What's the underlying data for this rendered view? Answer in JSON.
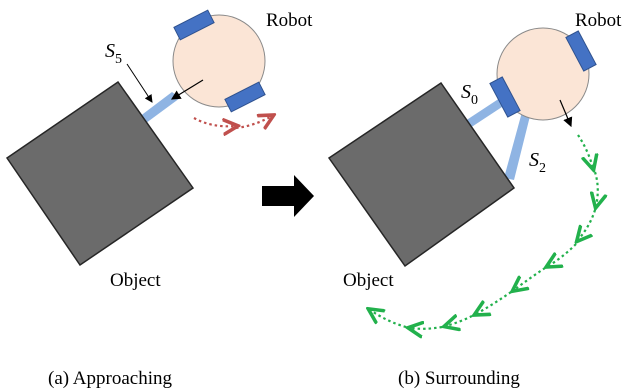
{
  "panel_a": {
    "caption": "(a) Approaching",
    "robot_label": "Robot",
    "object_label": "Object",
    "sensor": {
      "symbol": "S",
      "subscript": "5"
    }
  },
  "panel_b": {
    "caption": "(b) Surrounding",
    "robot_label": "Robot",
    "object_label": "Object",
    "sensors": [
      {
        "symbol": "S",
        "subscript": "0"
      },
      {
        "symbol": "S",
        "subscript": "2"
      }
    ]
  },
  "colors": {
    "object_fill": "#6b6b6b",
    "robot_fill": "#fbe5d6",
    "wheel_fill": "#4472c4",
    "sensor_beam": "#8fb4e3",
    "approach_path": "#c0504d",
    "surround_path": "#22b14c",
    "transition_arrow": "#000000"
  }
}
